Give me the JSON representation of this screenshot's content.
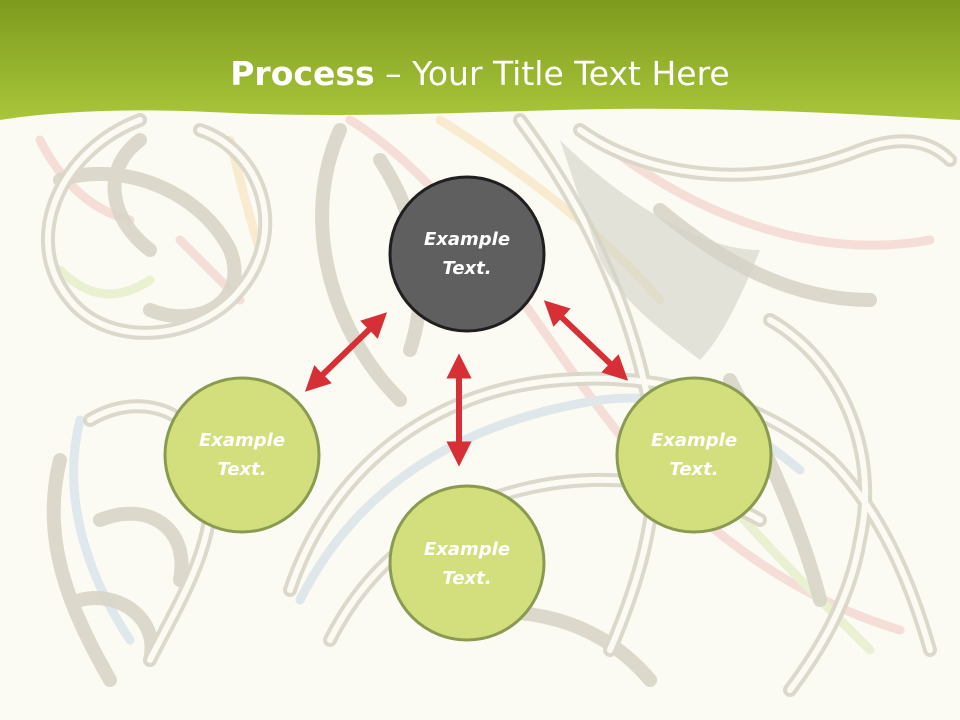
{
  "slide": {
    "title_bold": "Process",
    "title_rest": " – Your Title Text Here"
  },
  "colors": {
    "header_green_dark": "#7e9a1e",
    "header_green_light": "#a9c63a",
    "background": "#fbfaf3",
    "center_node_fill": "#5f5f5f",
    "outer_node_fill": "#d2df7c",
    "outer_node_border": "#8a9a50",
    "arrow_red": "#d62f36",
    "knot_outline": "#d9d6c8"
  },
  "diagram": {
    "center_node": {
      "line1": "Example",
      "line2": "Text."
    },
    "left_node": {
      "line1": "Example",
      "line2": "Text."
    },
    "bottom_node": {
      "line1": "Example",
      "line2": "Text."
    },
    "right_node": {
      "line1": "Example",
      "line2": "Text."
    }
  }
}
